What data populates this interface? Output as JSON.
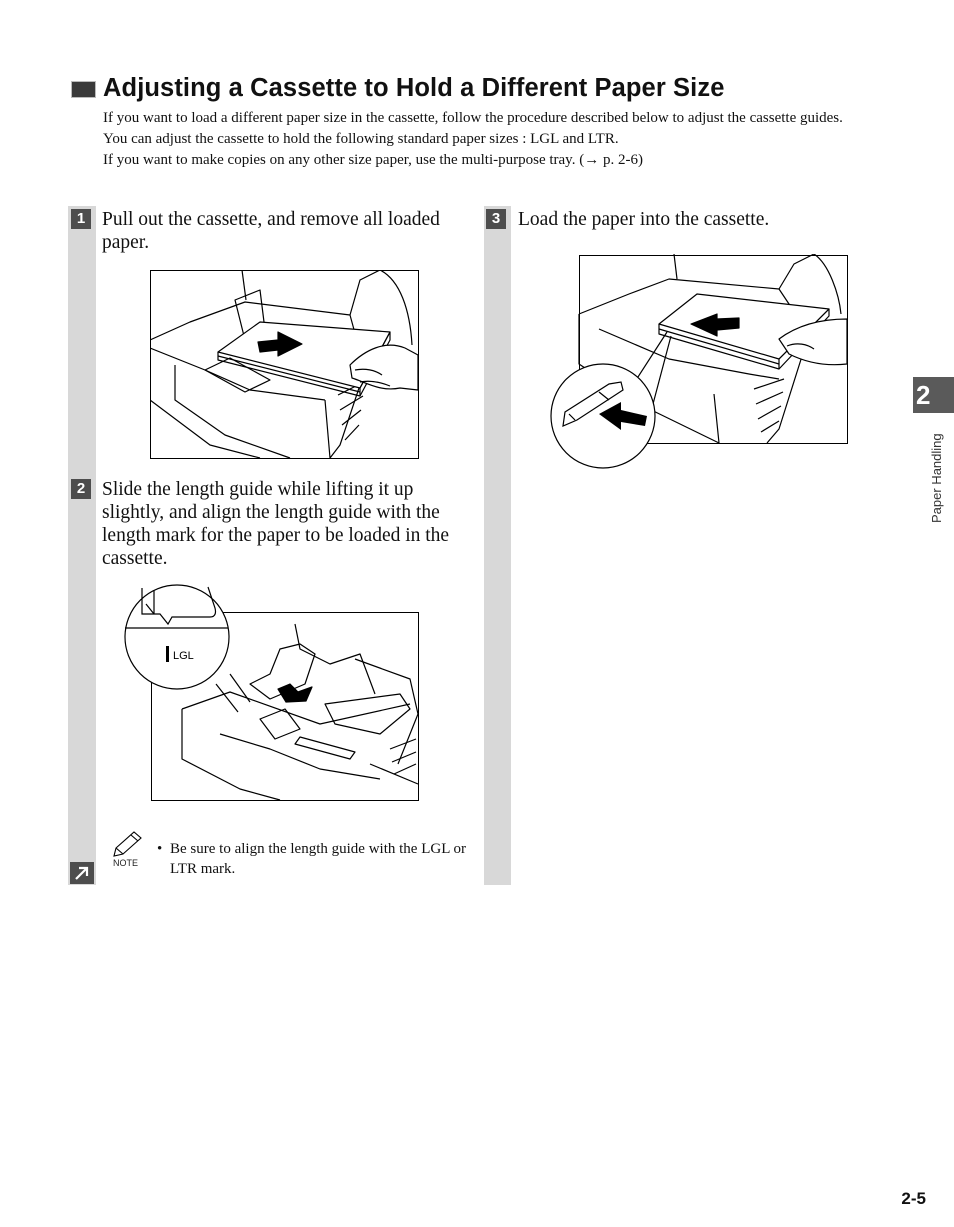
{
  "header": {
    "title": "Adjusting a Cassette to Hold a Different Paper Size"
  },
  "intro": [
    "If you want to load a different paper size in the cassette, follow the procedure described below to adjust the cassette guides.",
    "You can adjust the cassette to hold the following standard paper sizes : LGL and LTR.",
    "If you want to make copies on any other size paper, use the multi-purpose tray. (→ p. 2-6)"
  ],
  "steps": [
    {
      "number": "1",
      "text": "Pull out the cassette, and remove all loaded paper."
    },
    {
      "number": "2",
      "text": "Slide the length guide while lifting it up slightly, and align the length guide with the length mark for the paper to be loaded in the cassette."
    },
    {
      "number": "3",
      "text": "Load the paper into the cassette."
    }
  ],
  "figure2": {
    "callout_label": "LGL"
  },
  "note": {
    "label": "NOTE",
    "bullet": "•",
    "text": "Be sure to align the length guide with the LGL or LTR mark."
  },
  "side_tab": {
    "chapter_number": "2",
    "chapter_title": "Paper Handling"
  },
  "footer": {
    "page_number": "2-5"
  },
  "colors": {
    "band": "#d8d8d8",
    "step_badge": "#4d4d4d",
    "chapter_tab": "#5a5a5a"
  }
}
